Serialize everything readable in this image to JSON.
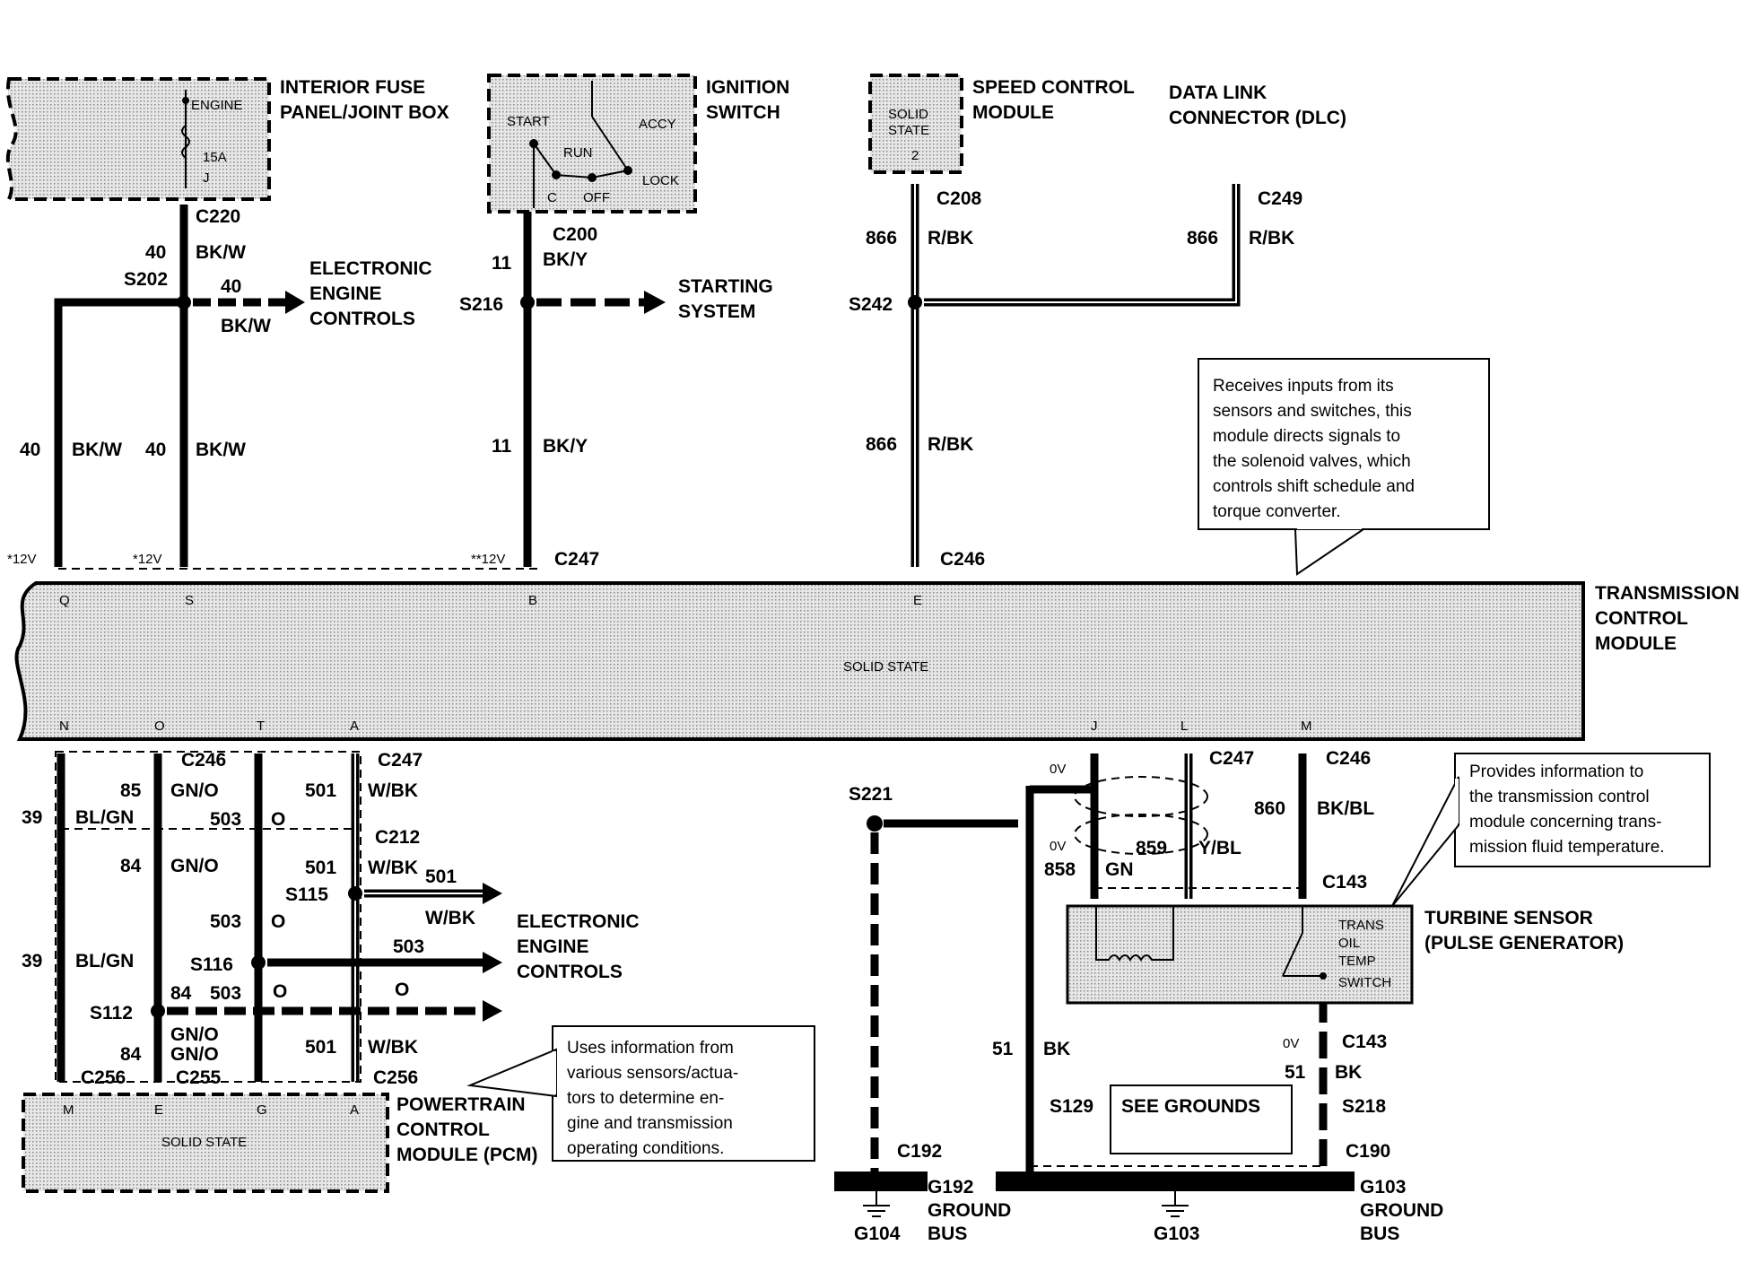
{
  "components": {
    "fuse_panel": {
      "title_1": "INTERIOR FUSE",
      "title_2": "PANEL/JOINT BOX",
      "engine": "ENGINE",
      "fuse": "15A",
      "fuse_id": "J"
    },
    "ignition": {
      "title_1": "IGNITION",
      "title_2": "SWITCH",
      "start": "START",
      "run": "RUN",
      "accy": "ACCY",
      "c": "C",
      "off": "OFF",
      "lock": "LOCK"
    },
    "speed_control": {
      "title_1": "SPEED CONTROL",
      "title_2": "MODULE",
      "inner_1": "SOLID",
      "inner_2": "STATE",
      "inner_3": "2"
    },
    "dlc": {
      "title_1": "DATA LINK",
      "title_2": "CONNECTOR (DLC)"
    },
    "tcm": {
      "title_1": "TRANSMISSION",
      "title_2": "CONTROL",
      "title_3": "MODULE",
      "inner": "SOLID STATE",
      "pin_q": "Q",
      "pin_s": "S",
      "pin_b": "B",
      "pin_e": "E",
      "pin_n": "N",
      "pin_o": "O",
      "pin_t": "T",
      "pin_a": "A",
      "pin_j": "J",
      "pin_l": "L",
      "pin_m": "M"
    },
    "pcm": {
      "title_1": "POWERTRAIN",
      "title_2": "CONTROL",
      "title_3": "MODULE (PCM)",
      "inner": "SOLID STATE",
      "pin_m": "M",
      "pin_e": "E",
      "pin_g": "G",
      "pin_a": "A"
    },
    "turbine": {
      "title_1": "TURBINE SENSOR",
      "title_2": "(PULSE GENERATOR)",
      "trans": "TRANS",
      "oil": "OIL",
      "temp": "TEMP",
      "switch": "SWITCH"
    },
    "see_grounds": "SEE GROUNDS"
  },
  "notes": {
    "tcm_note": [
      "Receives inputs from its",
      "sensors and switches, this",
      "module directs signals to",
      "the solenoid valves, which",
      "controls shift schedule and",
      "torque converter."
    ],
    "temp_note": [
      "Provides information to",
      "the transmission control",
      "module concerning trans-",
      "mission fluid temperature."
    ],
    "pcm_note": [
      "Uses information from",
      "various sensors/actua-",
      "tors to determine en-",
      "gine and transmission",
      "operating conditions."
    ]
  },
  "labels": {
    "c220": "C220",
    "bkw": "BK/W",
    "n40": "40",
    "s202": "S202",
    "electronic": "ELECTRONIC",
    "engine": "ENGINE",
    "controls": "CONTROLS",
    "c200": "C200",
    "bky": "BK/Y",
    "n11": "11",
    "s216": "S216",
    "starting": "STARTING",
    "system": "SYSTEM",
    "c208": "C208",
    "c249": "C249",
    "n866": "866",
    "rbk": "R/BK",
    "s242": "S242",
    "v12a": "*12V",
    "v12b": "*12V",
    "v12c": "**12V",
    "c247": "C247",
    "c246": "C246",
    "n85": "85",
    "gno": "GN/O",
    "n39": "39",
    "blgn": "BL/GN",
    "n503": "503",
    "o": "O",
    "n501": "501",
    "wbk": "W/BK",
    "c212": "C212",
    "n84": "84",
    "s115": "S115",
    "s116": "S116",
    "s112": "S112",
    "c256": "C256",
    "c255": "C255",
    "s221": "S221",
    "ov": "0V",
    "n858": "858",
    "gn": "GN",
    "n859": "859",
    "ybl": "Y/BL",
    "n860": "860",
    "bkbl": "BK/BL",
    "c143": "C143",
    "n51": "51",
    "bk": "BK",
    "s129": "S129",
    "s218": "S218",
    "c192": "C192",
    "c190": "C190",
    "g192": "G192",
    "g103": "G103",
    "ground": "GROUND",
    "bus": "BUS",
    "g104": "G104"
  }
}
